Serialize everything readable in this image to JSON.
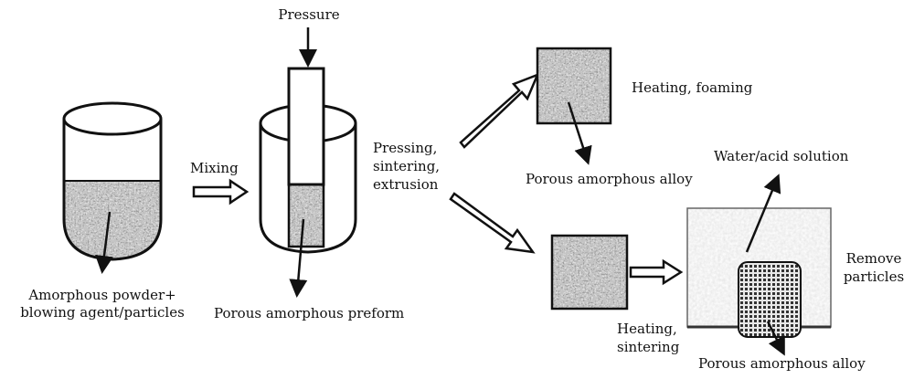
{
  "labels": {
    "pressure": "Pressure",
    "mixing": "Mixing",
    "amorphous_powder_line1": "Amorphous powder+",
    "amorphous_powder_line2": "blowing agent/particles",
    "porous_preform": "Porous amorphous preform",
    "pressing_line1": "Pressing,",
    "pressing_line2": "sintering,",
    "pressing_line3": "extrusion",
    "heating_foaming": "Heating, foaming",
    "porous_alloy_top": "Porous amorphous alloy",
    "water_acid": "Water/acid solution",
    "remove_line1": "Remove",
    "remove_line2": "particles",
    "heating_sintering_line1": "Heating,",
    "heating_sintering_line2": "sintering",
    "porous_alloy_bottom": "Porous amorphous alloy"
  },
  "colors": {
    "outline": "#111111",
    "powder_dark": "#3a3a3a",
    "powder_light": "#bdbdbd",
    "solution_box": "#f1f1f1",
    "grid_fill": "#555555"
  }
}
